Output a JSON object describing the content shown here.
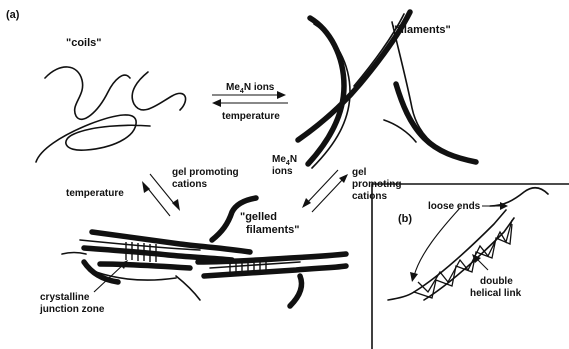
{
  "panel_a_label": "(a)",
  "panel_b_label": "(b)",
  "states": {
    "coils": "\"coils\"",
    "filaments": "\"filaments\"",
    "gelled_line1": "\"gelled",
    "gelled_line2": "filaments\""
  },
  "transitions": {
    "top_forward_ion": "Me",
    "top_forward_sub": "4",
    "top_forward_rest": "N ions",
    "top_reverse": "temperature",
    "left_forward_line1": "gel promoting",
    "left_forward_line2": "cations",
    "left_reverse": "temperature",
    "right_ion": "Me",
    "right_ion_sub": "4",
    "right_ion_rest": "N",
    "right_ion_line2": "ions",
    "right_gel_line1": "gel",
    "right_gel_line2": "promoting",
    "right_gel_line3": "cations"
  },
  "annotations": {
    "junction_line1": "crystalline",
    "junction_line2": "junction zone",
    "loose_ends": "loose ends",
    "double_line1": "double",
    "double_line2": "helical link"
  }
}
